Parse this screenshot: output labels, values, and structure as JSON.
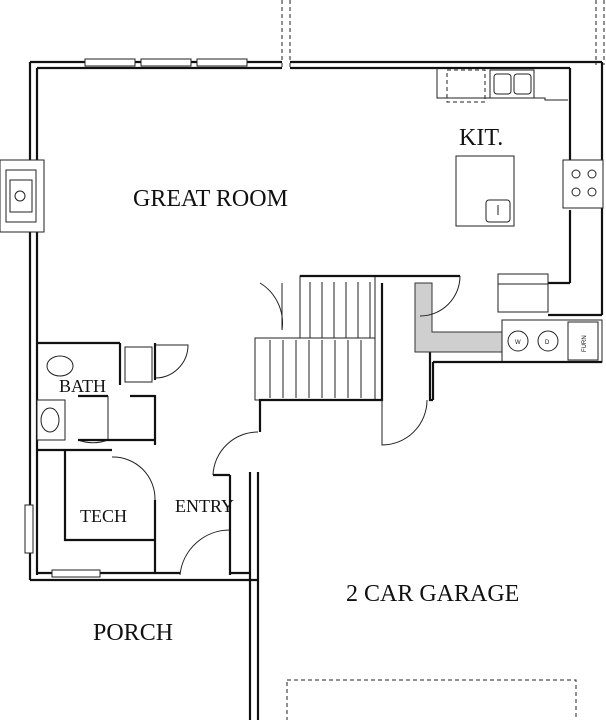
{
  "rooms": {
    "great_room": "GREAT ROOM",
    "kitchen": "KIT.",
    "bath": "BATH",
    "tech": "TECH",
    "entry": "ENTRY",
    "porch": "PORCH",
    "garage": "2 CAR GARAGE"
  },
  "appliances": {
    "washer": "W",
    "dryer": "D",
    "furnace": "FURN"
  }
}
